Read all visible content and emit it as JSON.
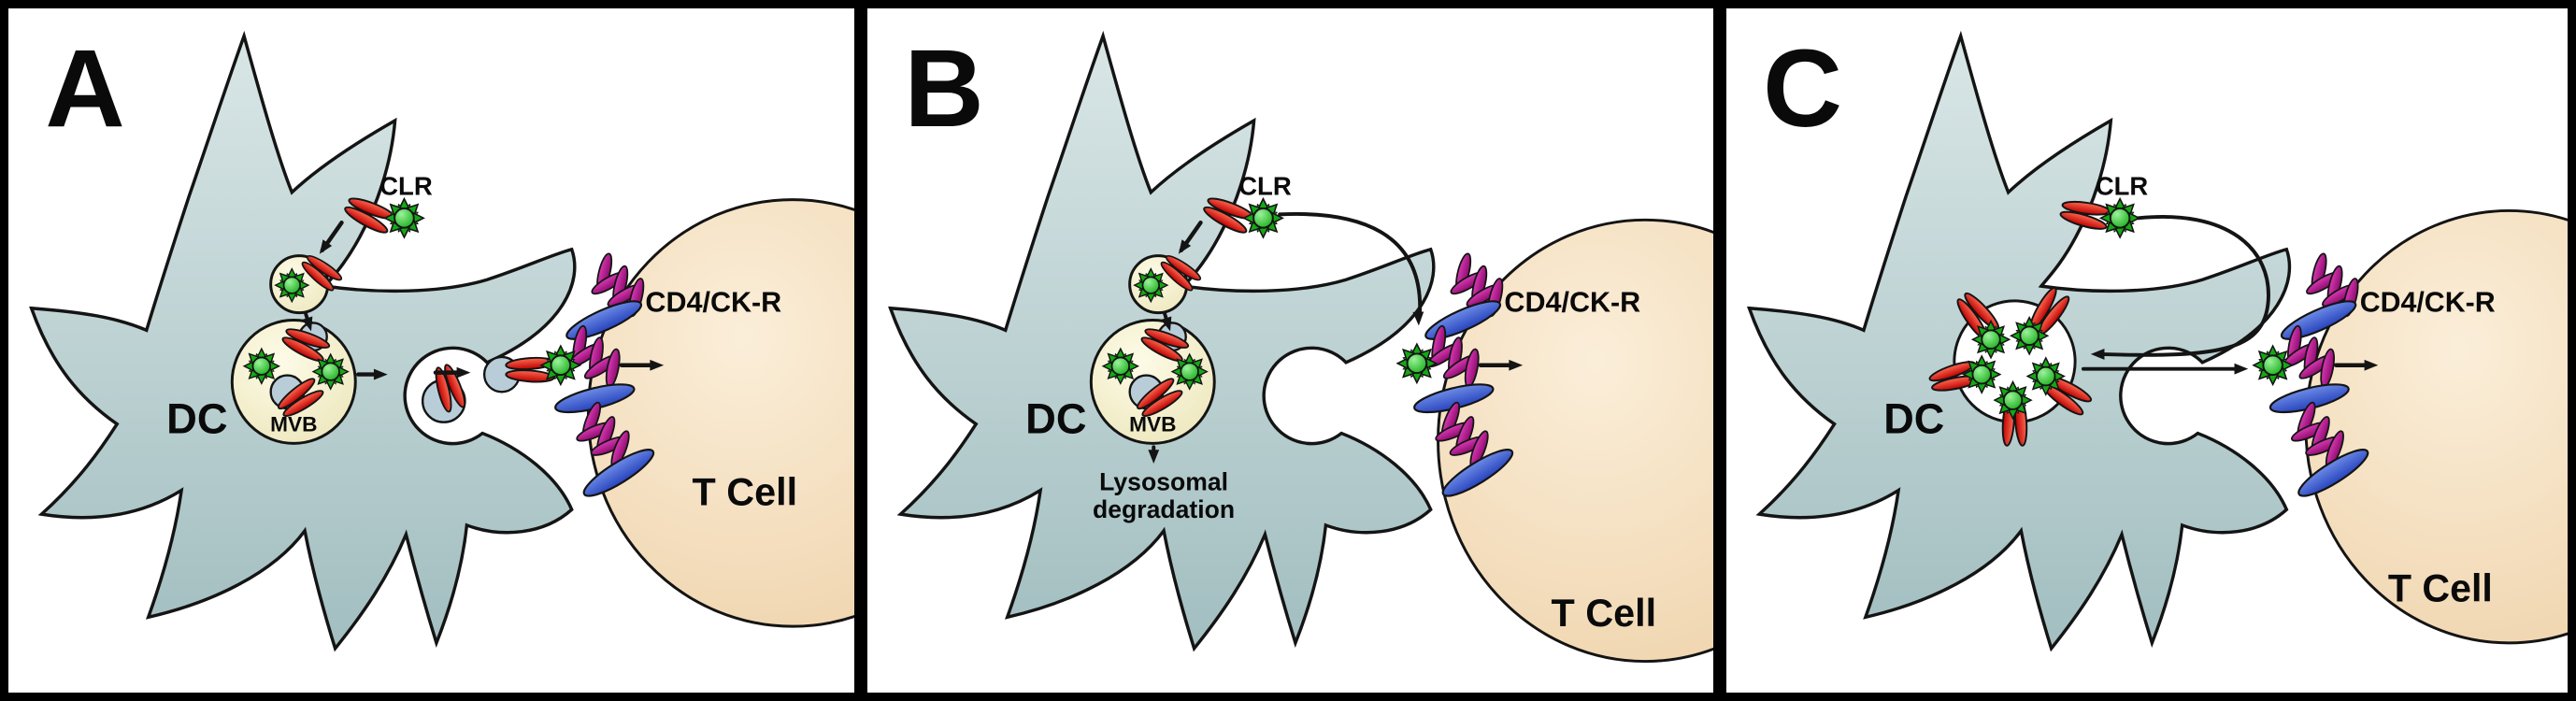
{
  "figure": {
    "panels": [
      {
        "letter": "A",
        "labels": {
          "dc": "DC",
          "clr": "CLR",
          "mvb": "MVB",
          "cd4ckr": "CD4/CK-R",
          "tcell": "T Cell"
        }
      },
      {
        "letter": "B",
        "labels": {
          "dc": "DC",
          "clr": "CLR",
          "mvb": "MVB",
          "cd4ckr": "CD4/CK-R",
          "tcell": "T Cell",
          "lysosomal_line1": "Lysosomal",
          "lysosomal_line2": "degradation"
        }
      },
      {
        "letter": "C",
        "labels": {
          "dc": "DC",
          "clr": "CLR",
          "cd4ckr": "CD4/CK-R",
          "tcell": "T Cell"
        }
      }
    ]
  },
  "icons": {
    "clr_receptor": "paired red ellipses (CLR dimer)",
    "antigen": "green spiked sphere",
    "cd4": "blue ellipse receptor",
    "chemokine_receptor": "magenta coiled stack",
    "exosome": "small blue-gray vesicle",
    "multivesicular_body": "pale yellow circle with inner vesicles",
    "arrow": "black arrow"
  },
  "colors": {
    "frame": "#000000",
    "panel_bg": "#ffffff",
    "outline": "#141414",
    "label": "#0a0a0a",
    "cell_light": "#d9e6e6",
    "cell_dark": "#a2bec0",
    "tcell_light": "#fbeed9",
    "tcell_dark": "#edcfa4",
    "endo_light": "#fdfbe7",
    "endo_dark": "#eae4b6",
    "vesicle": "#b9cdd9",
    "green_light": "#9bf39b",
    "green_dark": "#0aa50a",
    "spike": "#15a815",
    "spike_light": "#66dd55",
    "red_light": "#ff6a52",
    "red_dark": "#bb0000",
    "blue_light": "#6d8ce6",
    "blue_dark": "#2743bd",
    "mag_light": "#d63ab2",
    "mag_dark": "#8e0a6d"
  }
}
